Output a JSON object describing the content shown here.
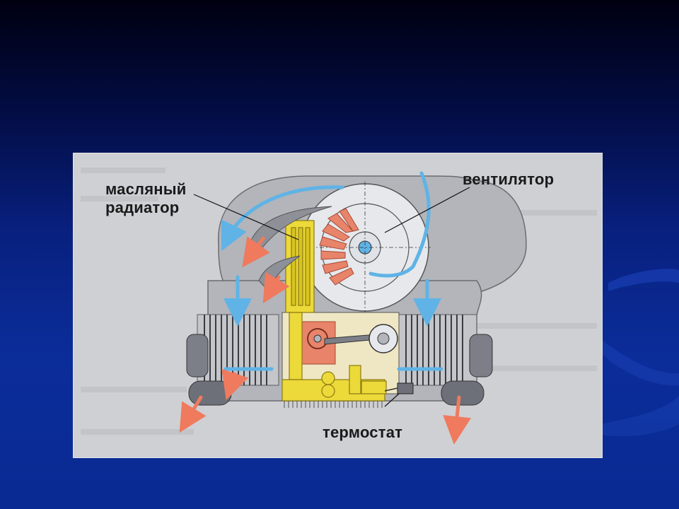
{
  "slide": {
    "background_color": "#0b2d9a",
    "accent_swoosh_color": "#1f4cc9"
  },
  "diagram": {
    "labels": {
      "oil_radiator": [
        "масляный",
        "радиатор"
      ],
      "fan": "вентилятор",
      "thermostat": "термостат"
    },
    "colors": {
      "housing": "#b3b5ba",
      "oil_parts": "#ecd93a",
      "hot_air": "#ef7a5e",
      "cool_air": "#5fb3e6",
      "fan_blades": "#e8846a"
    }
  }
}
